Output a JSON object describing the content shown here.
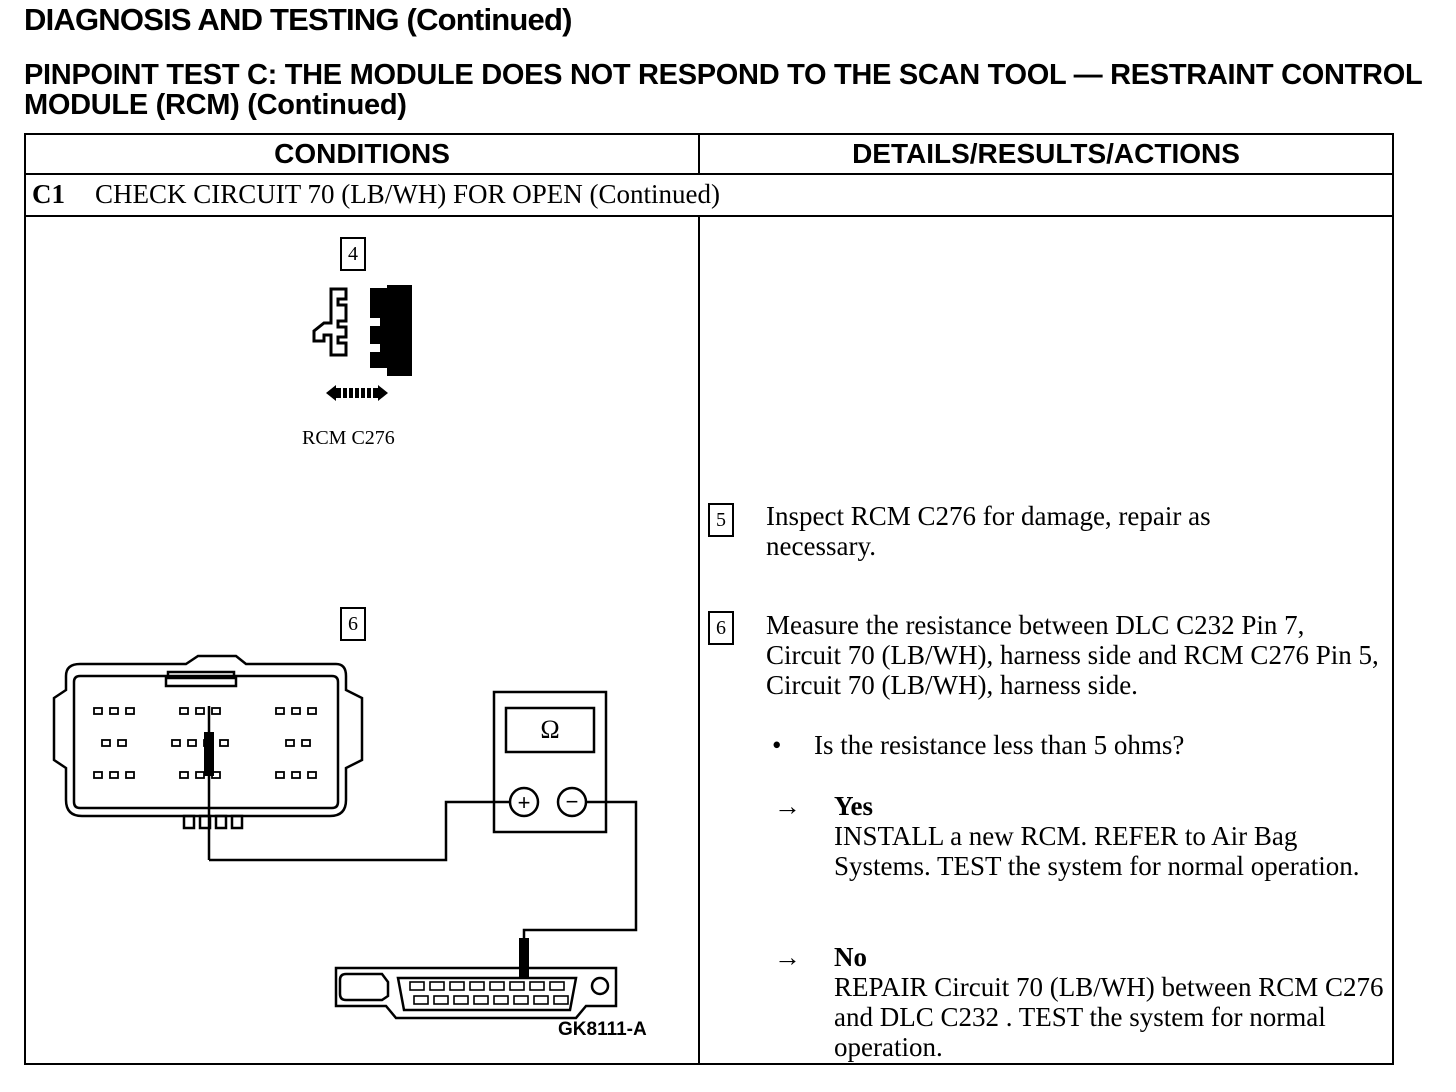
{
  "heading": "DIAGNOSIS AND TESTING (Continued)",
  "test_title": "PINPOINT TEST C: THE MODULE DOES NOT RESPOND TO THE SCAN TOOL — RESTRAINT CONTROL MODULE (RCM) (Continued)",
  "columns": {
    "conditions": "CONDITIONS",
    "details": "DETAILS/RESULTS/ACTIONS"
  },
  "step": {
    "code": "C1",
    "title": "CHECK CIRCUIT 70 (LB/WH) FOR OPEN (Continued)"
  },
  "figure": {
    "callout_4": "4",
    "callout_6": "6",
    "connector_label": "RCM C276",
    "meter_symbol": "Ω",
    "plus": "+",
    "minus": "−",
    "figure_id": "GK8111-A"
  },
  "actions": {
    "step5": {
      "num": "5",
      "text": "Inspect RCM C276 for damage, repair as necessary."
    },
    "step6": {
      "num": "6",
      "text": "Measure the resistance between DLC C232 Pin 7, Circuit 70 (LB/WH), harness side and RCM C276 Pin 5, Circuit 70 (LB/WH), harness side."
    },
    "bullet": "•",
    "question": "Is the resistance less than 5 ohms?",
    "arrow": "→",
    "yes_label": "Yes",
    "yes_text": "INSTALL a new RCM. REFER to Air Bag Systems. TEST the system for normal operation.",
    "no_label": "No",
    "no_text": "REPAIR Circuit 70 (LB/WH) between RCM C276 and DLC C232 . TEST the system for normal operation."
  }
}
